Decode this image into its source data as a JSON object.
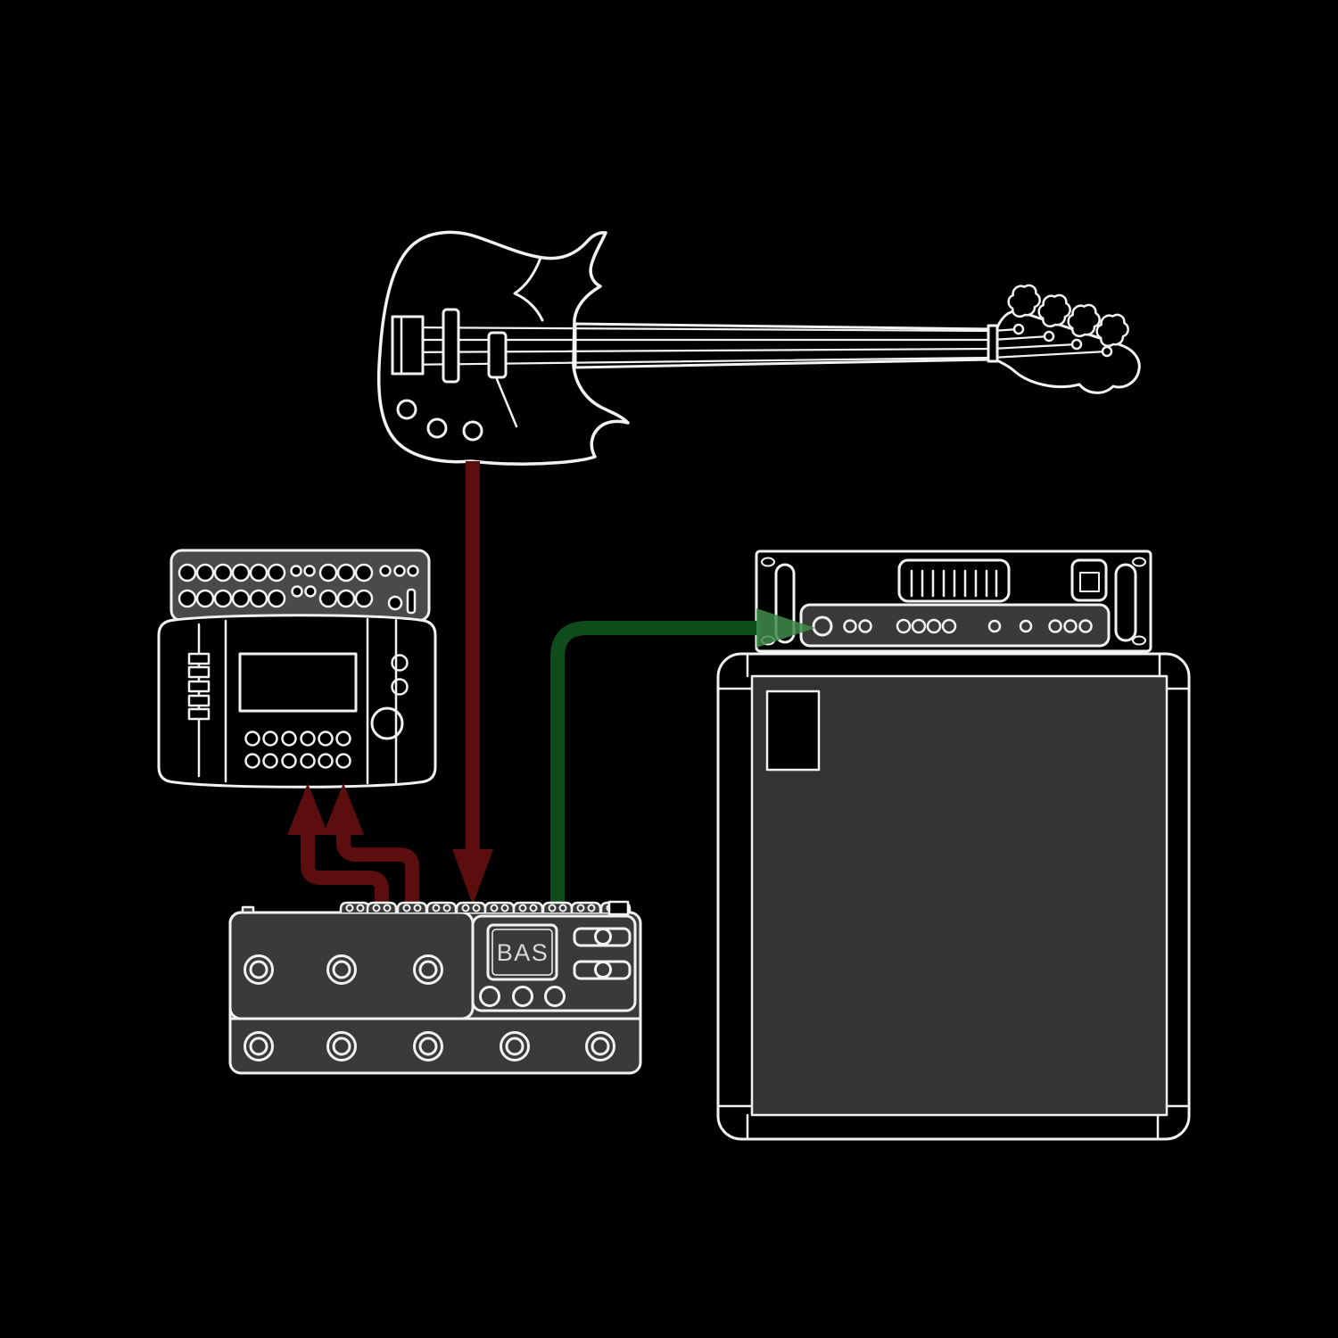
{
  "diagram": {
    "type": "signal-flow",
    "description": "Bass guitar rig connection diagram: bass into multi-effects floor unit, sends to mixer, output to bass amp head on speaker cabinet",
    "pedal": {
      "display_text": "BAS"
    },
    "colors": {
      "background": "#000000",
      "outline": "#f2f2f2",
      "panel_gray": "#3a3a3a",
      "panel_gray_light": "#4a4a4a",
      "grille_gray": "#333333",
      "cable_send_red": "#5c0d0d",
      "cable_return_green": "#0e4c1c",
      "arrowhead_green": "#3f8b4c"
    },
    "connections": [
      {
        "id": "guitar-to-pedal",
        "color": "#5c0d0d",
        "direction": "down"
      },
      {
        "id": "pedal-to-mixer-a",
        "color": "#5c0d0d",
        "direction": "up"
      },
      {
        "id": "pedal-to-mixer-b",
        "color": "#5c0d0d",
        "direction": "up"
      },
      {
        "id": "pedal-to-amp-input",
        "color": "#0e4c1c",
        "direction": "right"
      }
    ]
  }
}
